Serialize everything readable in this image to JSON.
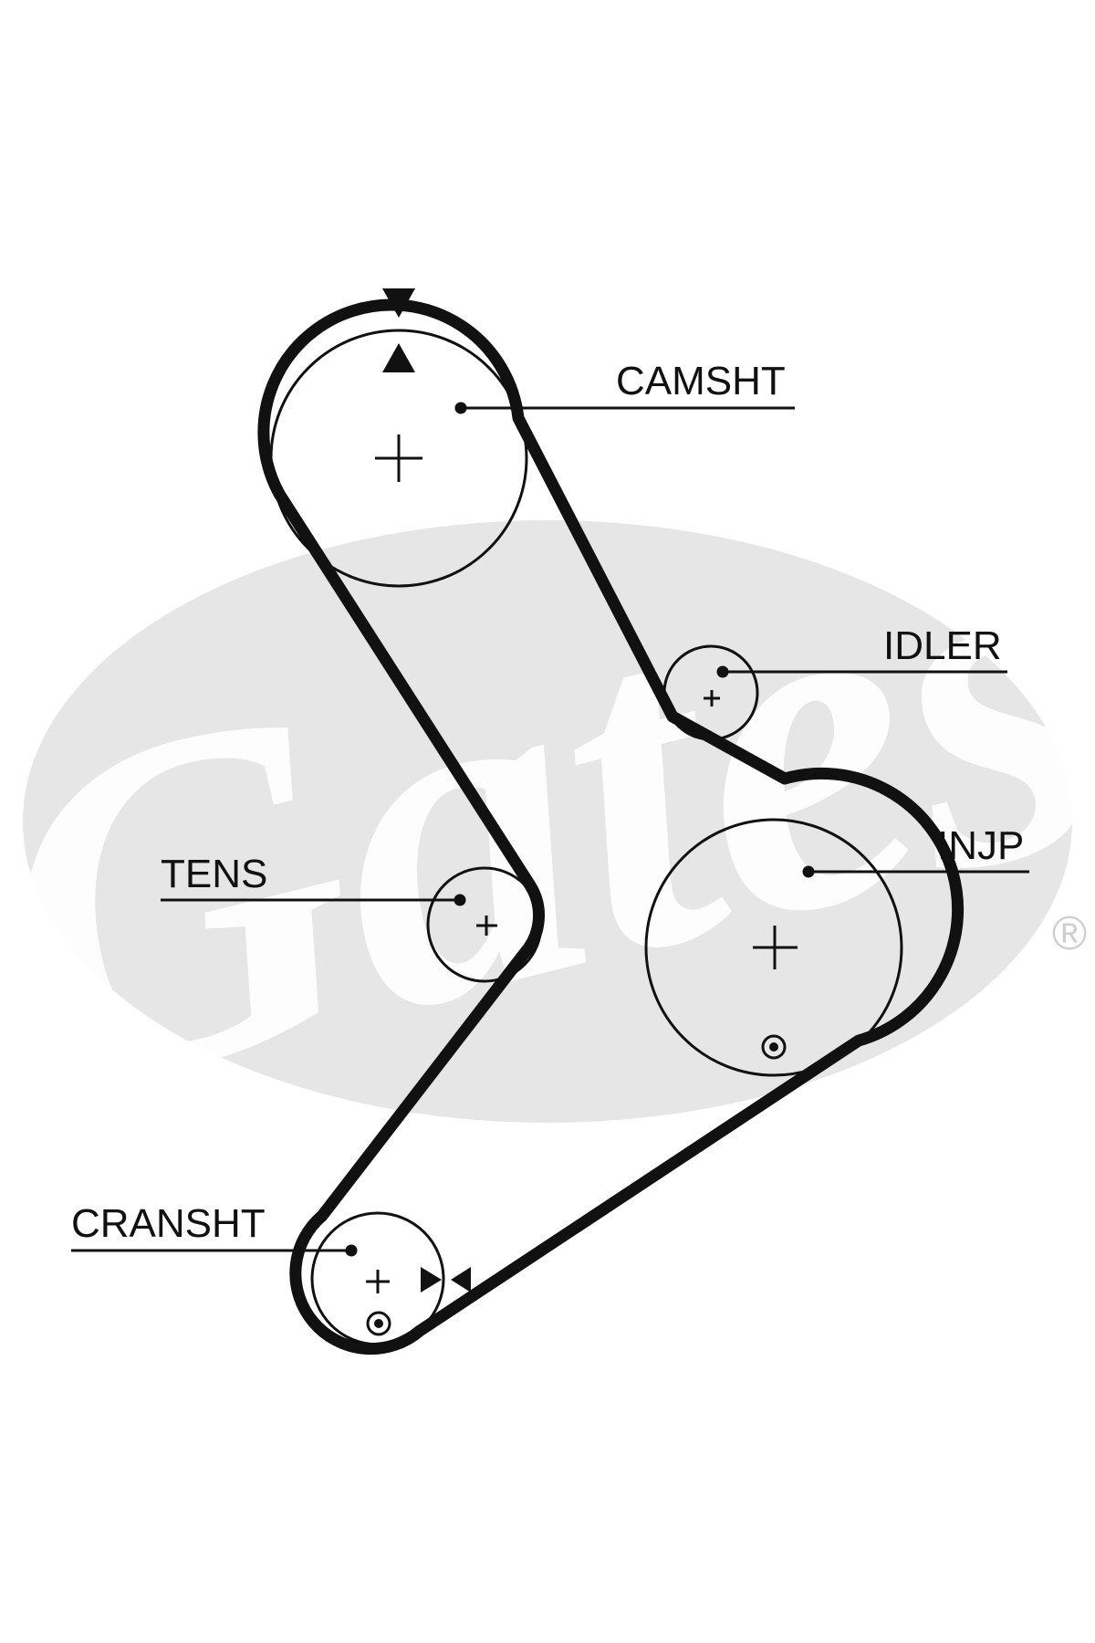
{
  "labels": {
    "camshaft": "CAMSHT",
    "idler": "IDLER",
    "tensioner": "TENS",
    "injection_pump": "INJP",
    "crankshaft": "CRANSHT"
  },
  "watermark": {
    "brand": "Gates",
    "registered_mark": "®"
  },
  "colors": {
    "belt": "#111111",
    "pulley_outline": "#111111",
    "watermark": "#e6e6e6",
    "background": "#ffffff"
  }
}
